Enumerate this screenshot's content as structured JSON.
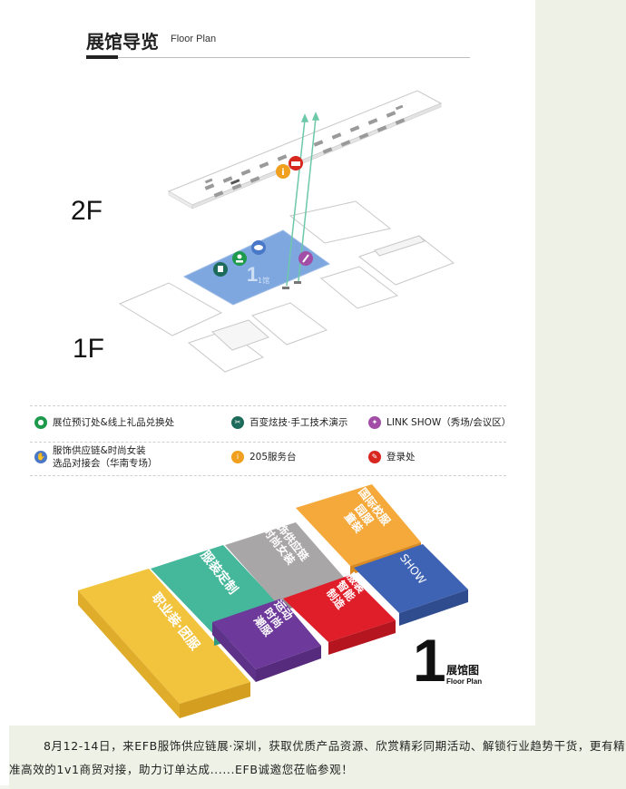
{
  "header": {
    "title": "展馆导览",
    "subtitle": "Floor Plan"
  },
  "floors": {
    "f2": "2F",
    "f1": "1F"
  },
  "map": {
    "hall_label": "1馆",
    "colors": {
      "hall_blue": "#7ea7e0",
      "connector": "#6dc8a8"
    }
  },
  "legend": {
    "items": [
      {
        "icon": "booking-icon",
        "color": "#1e9a4d",
        "glyph": "●",
        "text": "展位预订处&线上礼品兑换处"
      },
      {
        "icon": "craft-icon",
        "color": "#1d6b5a",
        "glyph": "✂",
        "text": "百变炫技·手工技术演示"
      },
      {
        "icon": "linkshow-icon",
        "color": "#a24ea6",
        "glyph": "✦",
        "text": "LINK SHOW（秀场/会议区）"
      },
      {
        "icon": "handshake-icon",
        "color": "#4a78c8",
        "glyph": "✋",
        "text_line1": "服饰供应链&时尚女装",
        "text_line2": "选品对接会（华南专场）"
      },
      {
        "icon": "service-icon",
        "color": "#f0a01e",
        "glyph": "i",
        "text": "205服务台"
      },
      {
        "icon": "register-icon",
        "color": "#d7271f",
        "glyph": "✎",
        "text": "登录处"
      }
    ]
  },
  "hall_map": {
    "zones": [
      {
        "name": "职业装·团服",
        "color": "#f2c43e"
      },
      {
        "name": "服装定制",
        "color": "#45b79a"
      },
      {
        "name": "服饰供应链\n时尚女装",
        "color": "#a9a6a8"
      },
      {
        "name": "国际校服\n园服\n童装",
        "color": "#f5a93a"
      },
      {
        "name": "运动\n时尚\n潮服",
        "color": "#6d3a9c"
      },
      {
        "name": "服装\n智能\n制造",
        "color": "#e01e2a"
      },
      {
        "name": "SHOW",
        "color": "#3f63b4"
      }
    ],
    "number": "1",
    "title": "展馆图",
    "subtitle": "Floor Plan"
  },
  "footer": {
    "text": "8月12-14日，来EFB服饰供应链展·深圳，获取优质产品资源、欣赏精彩同期活动、解锁行业趋势干货，更有精准高效的1v1商贸对接，助力订单达成......EFB诚邀您莅临参观！"
  }
}
